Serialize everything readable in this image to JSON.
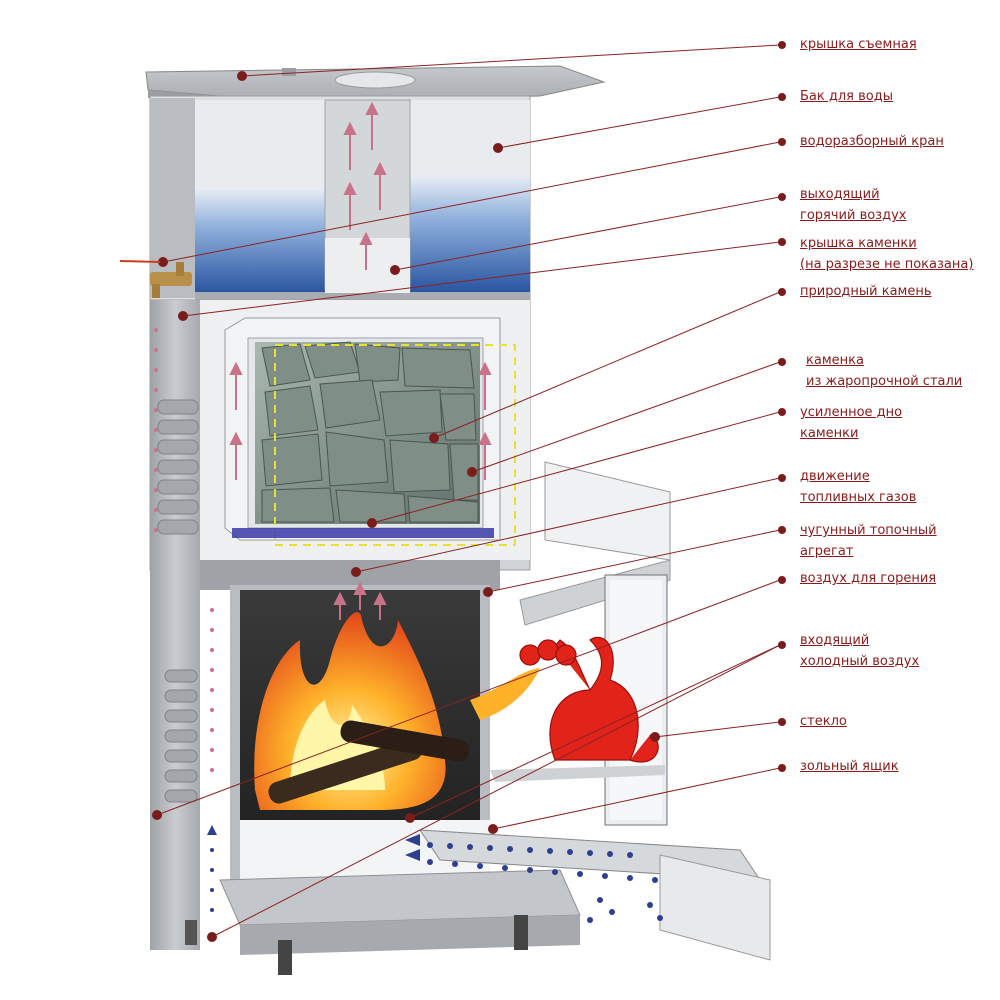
{
  "colors": {
    "label_text": "#8b1a1a",
    "leader_line": "#8b2222",
    "dot": "#7a1c1c",
    "steel_light": "#d7d9dc",
    "steel_mid": "#b3b6ba",
    "steel_dark": "#8d9094",
    "water": "#2f5fae",
    "glass": "#eef0f2",
    "flame": "#ff9a1a",
    "dragon": "#e2231a",
    "hot_air_arrow": "#c9738b",
    "cold_air_dots": "#2d3f8f"
  },
  "labels": [
    {
      "id": "removable-lid",
      "lines": [
        "крышка съемная"
      ]
    },
    {
      "id": "water-tank",
      "lines": [
        "Бак для воды"
      ]
    },
    {
      "id": "water-tap",
      "lines": [
        "водоразборный кран"
      ]
    },
    {
      "id": "hot-air-out",
      "lines": [
        "выходящий",
        "горячий воздух"
      ]
    },
    {
      "id": "heater-lid",
      "lines": [
        "крышка каменки",
        "(на разрезе не  показана)"
      ]
    },
    {
      "id": "natural-stone",
      "lines": [
        "природный камень"
      ]
    },
    {
      "id": "heater-steel",
      "lines": [
        "каменка",
        "из жаропрочной стали"
      ]
    },
    {
      "id": "reinforced-bottom",
      "lines": [
        "усиленное дно",
        "каменки"
      ]
    },
    {
      "id": "flue-gas-movement",
      "lines": [
        "движение",
        "топливных газов"
      ]
    },
    {
      "id": "cast-iron-firebox",
      "lines": [
        "чугунный топочный",
        "агрегат"
      ]
    },
    {
      "id": "combustion-air",
      "lines": [
        "воздух для горения"
      ]
    },
    {
      "id": "cold-air-in",
      "lines": [
        "входящий",
        "холодный воздух"
      ]
    },
    {
      "id": "glass",
      "lines": [
        "стекло"
      ]
    },
    {
      "id": "ash-box",
      "lines": [
        "зольный ящик"
      ]
    }
  ]
}
